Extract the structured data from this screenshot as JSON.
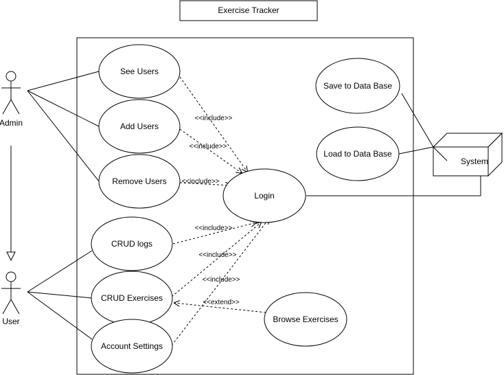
{
  "diagram": {
    "title": "Exercise Tracker",
    "actors": {
      "admin": "Admin",
      "user": "User"
    },
    "use_cases": {
      "see_users": "See Users",
      "add_users": "Add Users",
      "remove_users": "Remove Users",
      "crud_logs": "CRUD logs",
      "crud_exercises": "CRUD Exercises",
      "account_settings": "Account Settings",
      "login": "Login",
      "save_db": "Save to Data Base",
      "load_db": "Load to Data Base",
      "browse_exercises": "Browse Exercises"
    },
    "system_node": "System",
    "relations": {
      "include": "<<include>>",
      "extend": "<<extend>>"
    }
  }
}
